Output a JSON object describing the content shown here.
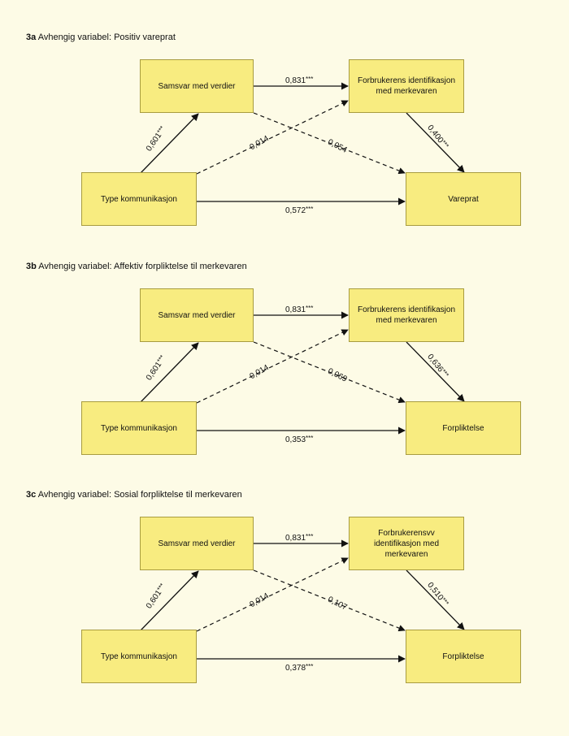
{
  "panels": [
    {
      "code": "3a",
      "title": "Avhengig variabel: Positiv vareprat",
      "boxes": {
        "values": "Samsvar med verdier",
        "identification": "Forbrukerens identifikasjon med merkevaren",
        "communication": "Type kommunikasjon",
        "outcome": "Vareprat"
      },
      "coefficients": {
        "values_to_identification": "0,831",
        "values_to_identification_sig": "***",
        "communication_to_values": "0,601",
        "communication_to_values_sig": "***",
        "communication_to_identification": "0,014",
        "communication_to_identification_sig": "",
        "values_to_outcome": "0,054",
        "values_to_outcome_sig": "",
        "identification_to_outcome": "0,400",
        "identification_to_outcome_sig": "***",
        "communication_to_outcome": "0,572",
        "communication_to_outcome_sig": "***"
      }
    },
    {
      "code": "3b",
      "title": "Avhengig variabel: Affektiv forpliktelse til merkevaren",
      "boxes": {
        "values": "Samsvar med verdier",
        "identification": "Forbrukerens identifikasjon med merkevaren",
        "communication": "Type kommunikasjon",
        "outcome": "Forpliktelse"
      },
      "coefficients": {
        "values_to_identification": "0,831",
        "values_to_identification_sig": "***",
        "communication_to_values": "0,601",
        "communication_to_values_sig": "***",
        "communication_to_identification": "0,014",
        "communication_to_identification_sig": "",
        "values_to_outcome": "0,069",
        "values_to_outcome_sig": "",
        "identification_to_outcome": "0,636",
        "identification_to_outcome_sig": "***",
        "communication_to_outcome": "0,353",
        "communication_to_outcome_sig": "***"
      }
    },
    {
      "code": "3c",
      "title": "Avhengig variabel: Sosial forpliktelse til merkevaren",
      "boxes": {
        "values": "Samsvar med verdier",
        "identification": "Forbrukerensvv identifikasjon med merkevaren",
        "communication": "Type kommunikasjon",
        "outcome": "Forpliktelse"
      },
      "coefficients": {
        "values_to_identification": "0,831",
        "values_to_identification_sig": "***",
        "communication_to_values": "0,601",
        "communication_to_values_sig": "***",
        "communication_to_identification": "0,014",
        "communication_to_identification_sig": "",
        "values_to_outcome": "0,107",
        "values_to_outcome_sig": "",
        "identification_to_outcome": "0,510",
        "identification_to_outcome_sig": "***",
        "communication_to_outcome": "0,378",
        "communication_to_outcome_sig": "***"
      }
    }
  ],
  "colors": {
    "background": "#fdfbe6",
    "box_fill": "#f8ec80",
    "box_border": "#a89c40",
    "line": "#111111"
  }
}
